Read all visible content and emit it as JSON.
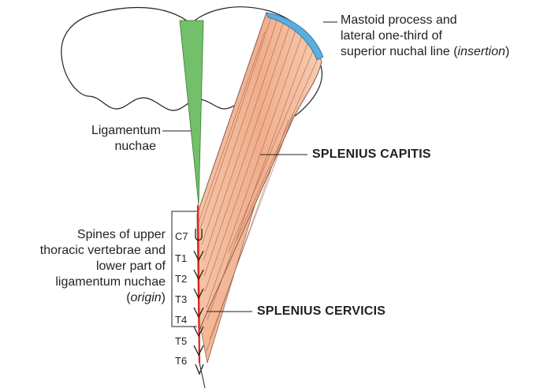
{
  "labels": {
    "insertion": {
      "line1": "Mastoid process and",
      "line2": "lateral one-third of",
      "line3_main": "superior nuchal line (",
      "line3_italic": "insertion",
      "line3_end": ")"
    },
    "ligamentum": {
      "line1": "Ligamentum",
      "line2": "nuchae"
    },
    "splenius_capitis": "SPLENIUS CAPITIS",
    "splenius_cervicis": "SPLENIUS CERVICIS",
    "origin": {
      "line1": "Spines of upper",
      "line2": "thoracic vertebrae and",
      "line3": "lower part of",
      "line4": "ligamentum nuchae",
      "line5_start": "(",
      "line5_italic": "origin",
      "line5_end": ")"
    }
  },
  "vertebrae": [
    "C7",
    "T1",
    "T2",
    "T3",
    "T4",
    "T5",
    "T6"
  ],
  "colors": {
    "muscle_fill": "#f4b898",
    "muscle_light": "#fbd9c3",
    "muscle_stroke": "#8a5a44",
    "ligament": "#72c06a",
    "insertion": "#5aaee0",
    "spine_line": "#e2231a",
    "outline": "#231f20"
  }
}
